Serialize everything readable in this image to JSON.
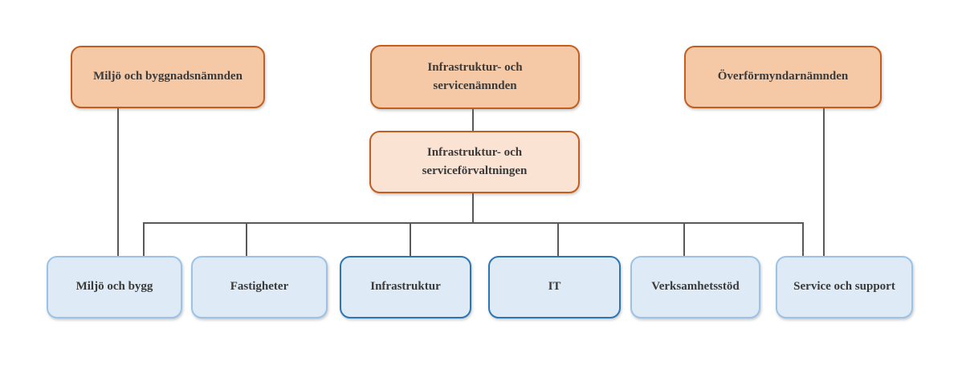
{
  "diagram": {
    "type": "org-chart",
    "nodes": {
      "miljo_byggnadsnamnden": {
        "label": "Miljö och byggnadsnämnden",
        "level": "namnd"
      },
      "infrastruktur_servicenamnden": {
        "label": "Infrastruktur- och\nservicenämnden",
        "level": "namnd"
      },
      "overformyndarnamnden": {
        "label": "Överförmyndarnämnden",
        "level": "namnd"
      },
      "infrastruktur_serviceforvaltningen": {
        "label": "Infrastruktur- och\nserviceförvaltningen",
        "level": "forvaltning"
      },
      "miljo_och_bygg": {
        "label": "Miljö och bygg",
        "level": "avdelning"
      },
      "fastigheter": {
        "label": "Fastigheter",
        "level": "avdelning"
      },
      "infrastruktur": {
        "label": "Infrastruktur",
        "level": "avdelning"
      },
      "it": {
        "label": "IT",
        "level": "avdelning"
      },
      "verksamhetsstod": {
        "label": "Verksamhetsstöd",
        "level": "avdelning"
      },
      "service_och_support": {
        "label": "Service och support",
        "level": "avdelning"
      }
    },
    "edges": [
      {
        "from": "miljo_byggnadsnamnden",
        "to": "miljo_och_bygg"
      },
      {
        "from": "infrastruktur_servicenamnden",
        "to": "infrastruktur_serviceforvaltningen"
      },
      {
        "from": "overformyndarnamnden",
        "to": "service_och_support"
      },
      {
        "from": "infrastruktur_serviceforvaltningen",
        "to": "miljo_och_bygg"
      },
      {
        "from": "infrastruktur_serviceforvaltningen",
        "to": "fastigheter"
      },
      {
        "from": "infrastruktur_serviceforvaltningen",
        "to": "infrastruktur"
      },
      {
        "from": "infrastruktur_serviceforvaltningen",
        "to": "it"
      },
      {
        "from": "infrastruktur_serviceforvaltningen",
        "to": "verksamhetsstod"
      },
      {
        "from": "infrastruktur_serviceforvaltningen",
        "to": "service_och_support"
      }
    ],
    "colors": {
      "namnd_fill": "#F6C9A6",
      "forvaltning_fill": "#FBE3D4",
      "orange_border": "#C45E1E",
      "avdelning_fill": "#DEEBF7",
      "avdelning_border_light": "#9CC3E5",
      "avdelning_border_dark": "#2E75B6",
      "connector": "#595959",
      "text": "#3a3a3a",
      "background": "#ffffff"
    }
  }
}
